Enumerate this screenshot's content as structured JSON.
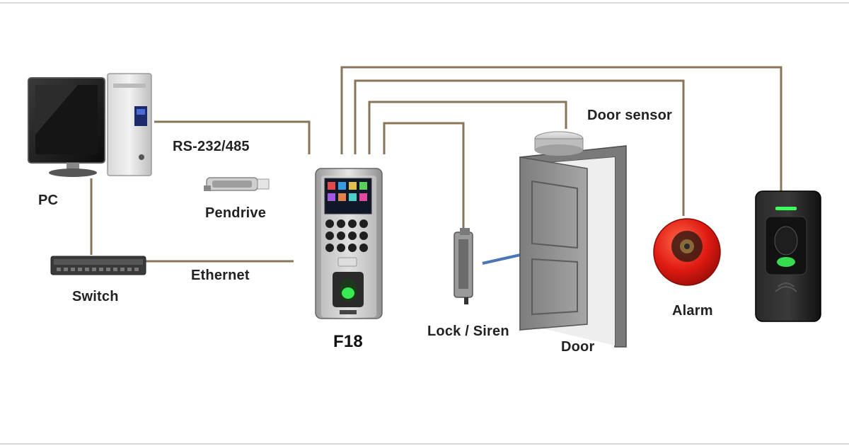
{
  "labels": {
    "pc": "PC",
    "rs232": "RS-232/485",
    "pendrive": "Pendrive",
    "switch": "Switch",
    "ethernet": "Ethernet",
    "f18": "F18",
    "lock_siren": "Lock / Siren",
    "door_sensor": "Door sensor",
    "door": "Door",
    "alarm": "Alarm"
  },
  "colors": {
    "wire": "#8a7458",
    "arrow": "#4a76b8",
    "alarm_red": "#e01a12",
    "reader_black": "#1e1e1e",
    "door_gray": "#8c8c8c",
    "fingerprint_green": "#3dff5a"
  }
}
